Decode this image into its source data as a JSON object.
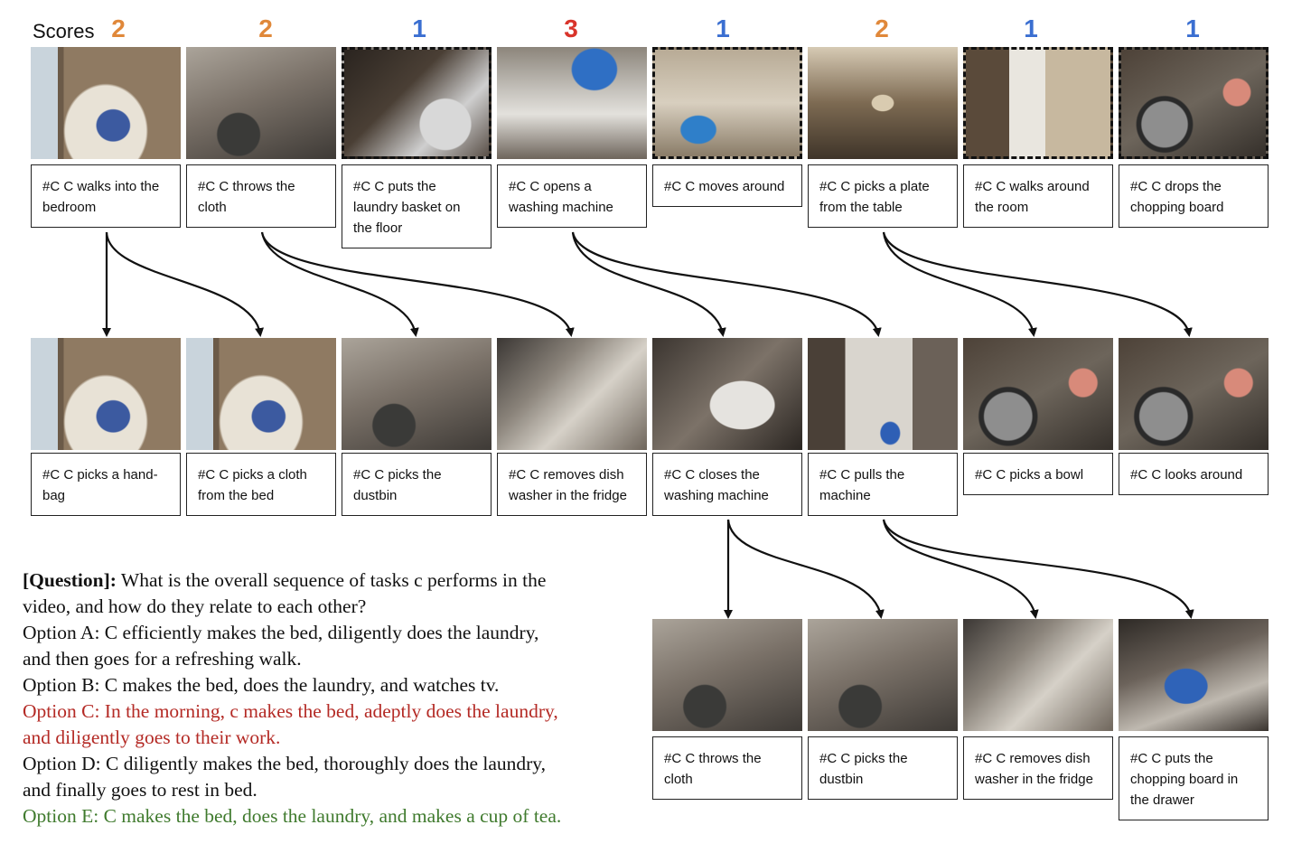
{
  "scores_label": "Scores",
  "colors": {
    "score_orange": "#e0883a",
    "score_blue": "#3b6fd1",
    "score_red": "#d9342b",
    "option_correct_red": "#b42a25",
    "option_green": "#3f7a2d"
  },
  "top_row": [
    {
      "score": "2",
      "color": "#e0883a",
      "selected": false,
      "caption": "#C C walks into the bedroom",
      "scene": "bedroom-bed"
    },
    {
      "score": "2",
      "color": "#e0883a",
      "selected": false,
      "caption": "#C C throws the cloth",
      "scene": "dark-floor"
    },
    {
      "score": "1",
      "color": "#3b6fd1",
      "selected": true,
      "caption": "#C C puts the laundry basket on the floor",
      "scene": "laundry-washer"
    },
    {
      "score": "3",
      "color": "#d9342b",
      "selected": false,
      "caption": "#C C opens a washing machine",
      "scene": "washer-basket"
    },
    {
      "score": "1",
      "color": "#3b6fd1",
      "selected": true,
      "caption": "#C C moves around",
      "scene": "hallway"
    },
    {
      "score": "2",
      "color": "#e0883a",
      "selected": false,
      "caption": "#C C picks a plate from the table",
      "scene": "living-room"
    },
    {
      "score": "1",
      "color": "#3b6fd1",
      "selected": true,
      "caption": "#C C walks around the room",
      "scene": "kitchen"
    },
    {
      "score": "1",
      "color": "#3b6fd1",
      "selected": true,
      "caption": "#C C drops the chopping board",
      "scene": "sink"
    }
  ],
  "middle_row": [
    {
      "caption": "#C C picks a hand-bag",
      "scene": "bedroom-bed"
    },
    {
      "caption": "#C C picks a cloth from the bed",
      "scene": "bedroom-bed"
    },
    {
      "caption": "#C C picks the dustbin",
      "scene": "dark-floor"
    },
    {
      "caption": "#C C removes dish washer in the fridge",
      "scene": "fridge"
    },
    {
      "caption": "#C C closes the washing machine",
      "scene": "washer-door"
    },
    {
      "caption": "#C C pulls the machine",
      "scene": "washer-side"
    },
    {
      "caption": "#C C picks a bowl",
      "scene": "sink"
    },
    {
      "caption": "#C C looks around",
      "scene": "sink"
    }
  ],
  "bottom_row": [
    {
      "caption": "#C C throws the cloth",
      "scene": "dark-floor"
    },
    {
      "caption": "#C C picks the dustbin",
      "scene": "dark-floor"
    },
    {
      "caption": "#C C removes dish washer in the fridge",
      "scene": "fridge"
    },
    {
      "caption": "#C C puts the chopping board in the drawer",
      "scene": "drawer"
    }
  ],
  "question": {
    "label": "[Question]:",
    "text_line1": " What is the overall sequence of tasks c performs in the",
    "text_line2": "video, and how do they relate to each other?"
  },
  "options": [
    {
      "lines": [
        "Option A: C efficiently makes the bed, diligently does the laundry,",
        "and then goes for a refreshing walk."
      ],
      "style": "normal"
    },
    {
      "lines": [
        "Option B: C makes the bed, does the laundry, and watches tv."
      ],
      "style": "normal"
    },
    {
      "lines": [
        "Option C: In the morning, c makes the bed, adeptly does the laundry,",
        "and diligently goes to their work."
      ],
      "style": "red"
    },
    {
      "lines": [
        "Option D: C diligently makes the bed, thoroughly does the laundry,",
        "and finally goes to rest in bed."
      ],
      "style": "normal"
    },
    {
      "lines": [
        "Option E: C makes the bed, does the laundry, and makes a cup of tea."
      ],
      "style": "green"
    }
  ]
}
